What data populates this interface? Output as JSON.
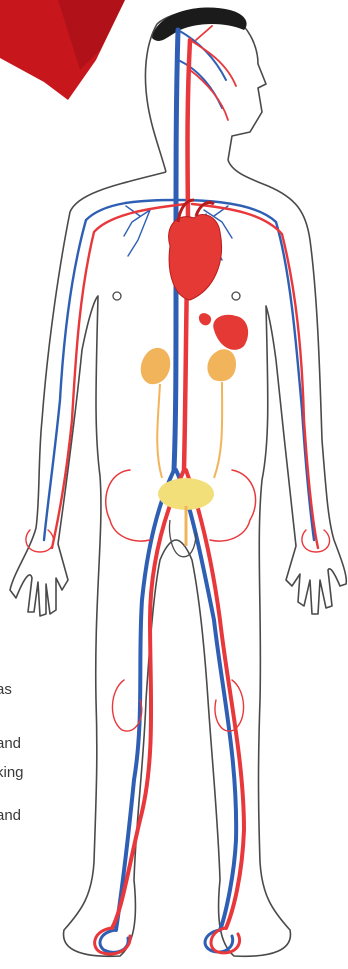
{
  "colors": {
    "artery": "#e8383b",
    "vein": "#2e5fb4",
    "heart": "#e53935",
    "kidney": "#f2b45a",
    "bladder": "#f3df7a",
    "outline": "#4a4a4a",
    "hair": "#1b1b1b",
    "ribbon": "#c8161d"
  },
  "text_fragments": [
    "as",
    "and",
    "king",
    "and"
  ]
}
